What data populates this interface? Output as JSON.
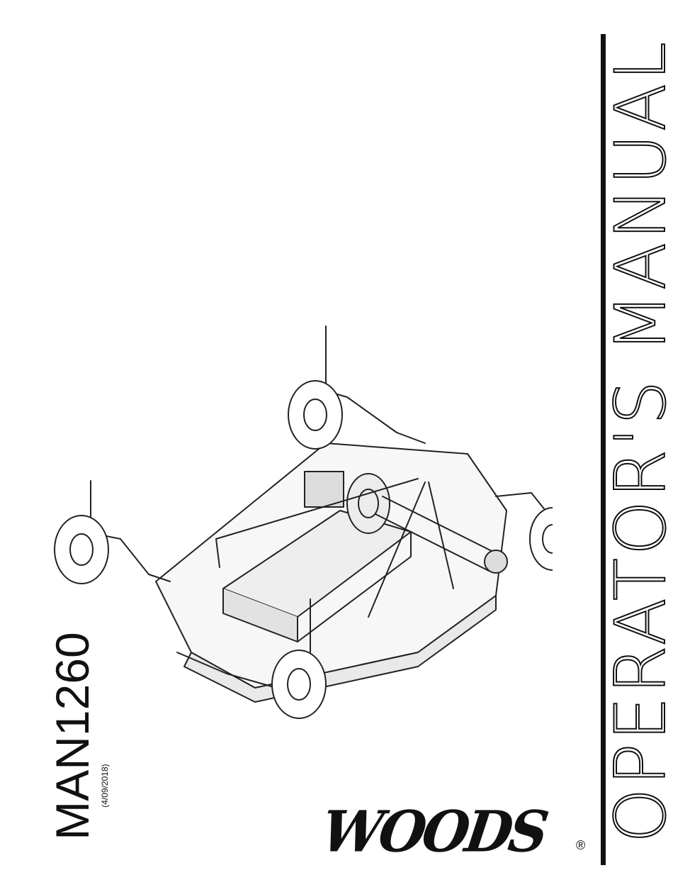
{
  "document": {
    "title": "OPERATOR'S MANUAL",
    "model": "MAN1260",
    "date": "(4/09/2018)",
    "brand": "WOODS",
    "registered_mark": "®"
  }
}
